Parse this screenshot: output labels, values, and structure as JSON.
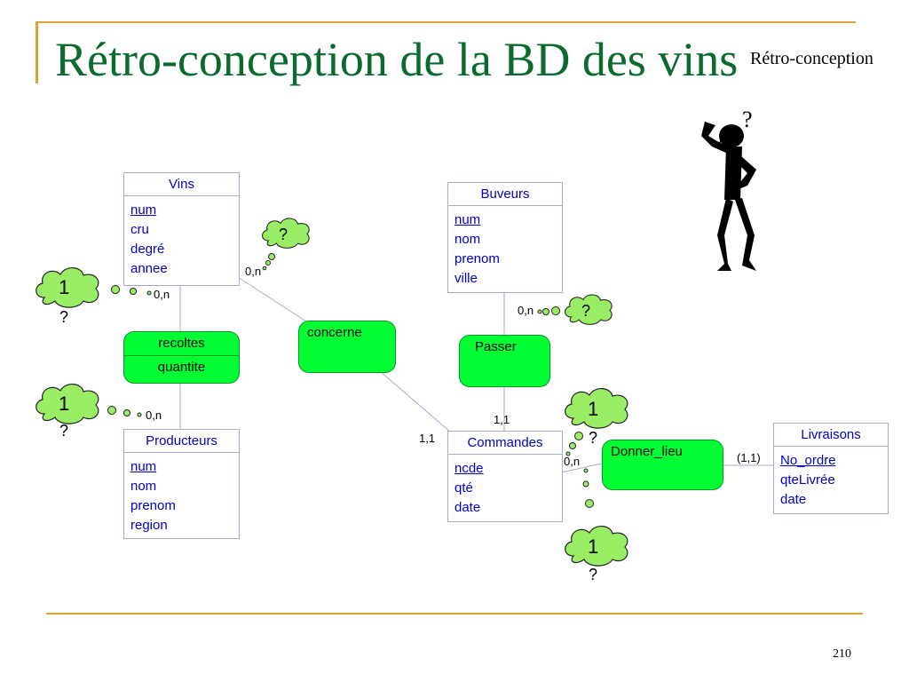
{
  "slide": {
    "title": "Rétro-conception de la BD des vins",
    "section_label": "Rétro-conception",
    "page_number": "210"
  },
  "entities": {
    "vins": {
      "name": "Vins",
      "attributes": [
        "num",
        "cru",
        "degré",
        "annee"
      ]
    },
    "buveurs": {
      "name": "Buveurs",
      "attributes": [
        "num",
        "nom",
        "prenom",
        "ville"
      ]
    },
    "producteurs": {
      "name": "Producteurs",
      "attributes": [
        "num",
        "nom",
        "prenom",
        "region"
      ]
    },
    "commandes": {
      "name": "Commandes",
      "attributes": [
        "ncde",
        "qté",
        "date"
      ]
    },
    "livraisons": {
      "name": "Livraisons",
      "attributes": [
        "No_ordre",
        "qteLivrée",
        "date"
      ]
    }
  },
  "associations": {
    "recoltes": {
      "name": "recoltes",
      "attribute": "quantite"
    },
    "concerne": {
      "name": "concerne"
    },
    "passer": {
      "name": "Passer"
    },
    "donner_lieu": {
      "name": "Donner_lieu"
    }
  },
  "cardinalities": {
    "vins_recoltes": "0,n",
    "vins_concerne": "0,n",
    "producteurs_recoltes": "0,n",
    "buveurs_passer": "0,n",
    "commandes_passer": "1,1",
    "commandes_concerne": "1,1",
    "commandes_donner_lieu": "0,n",
    "livraisons_donner_lieu": "(1,1)"
  },
  "thought_bubbles": {
    "vins_recoltes": {
      "main": "1",
      "question": "?"
    },
    "producteurs_recoltes": {
      "main": "1",
      "question": "?"
    },
    "vins_concerne": {
      "main": "?"
    },
    "buveurs_passer": {
      "main": "?"
    },
    "commandes_upper": {
      "main": "1",
      "question": "?"
    },
    "commandes_lower": {
      "main": "1",
      "question": "?"
    },
    "thinker": {
      "main": "?"
    }
  },
  "colors": {
    "title": "#0b6b2e",
    "rule": "#d8a530",
    "entity_text": "#0000cc",
    "entity_border": "#a8a8d0",
    "association_fill": "#00ff33",
    "cloud_fill": "#99ee66",
    "link_line": "#a8a8d0"
  }
}
